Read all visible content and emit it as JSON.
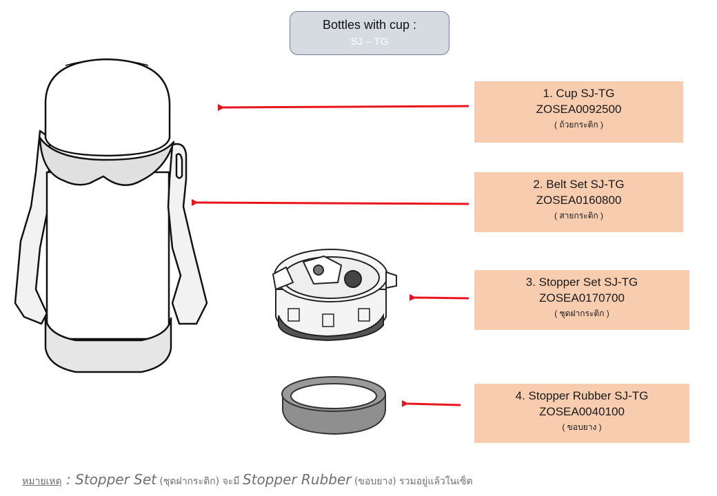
{
  "header": {
    "title": "Bottles with cup :",
    "model": "SJ – TG"
  },
  "parts": [
    {
      "name": "1. Cup SJ-TG",
      "code": "ZOSEA0092500",
      "thai": "( ถ้วยกระติก )"
    },
    {
      "name": "2. Belt Set SJ-TG",
      "code": "ZOSEA0160800",
      "thai": "( สายกระติก )"
    },
    {
      "name": "3. Stopper Set SJ-TG",
      "code": "ZOSEA0170700",
      "thai": "( ชุดฝากระติก )"
    },
    {
      "name": "4. Stopper Rubber SJ-TG",
      "code": "ZOSEA0040100",
      "thai": "( ขอบยาง )"
    }
  ],
  "note": {
    "label": "หมายเหตุ",
    "colon": " : ",
    "p1": "Stopper Set",
    "p2": " (ชุดฝากระติก) ",
    "p3": "จะมี ",
    "p4": "Stopper Rubber",
    "p5": " (ขอบยาง) ",
    "p6": "รวมอยู่แล้วในเซ็ต"
  },
  "colors": {
    "arrow": "#e8141c",
    "part_box": "#f8ccaf",
    "title_box": "#d6dbe1"
  }
}
